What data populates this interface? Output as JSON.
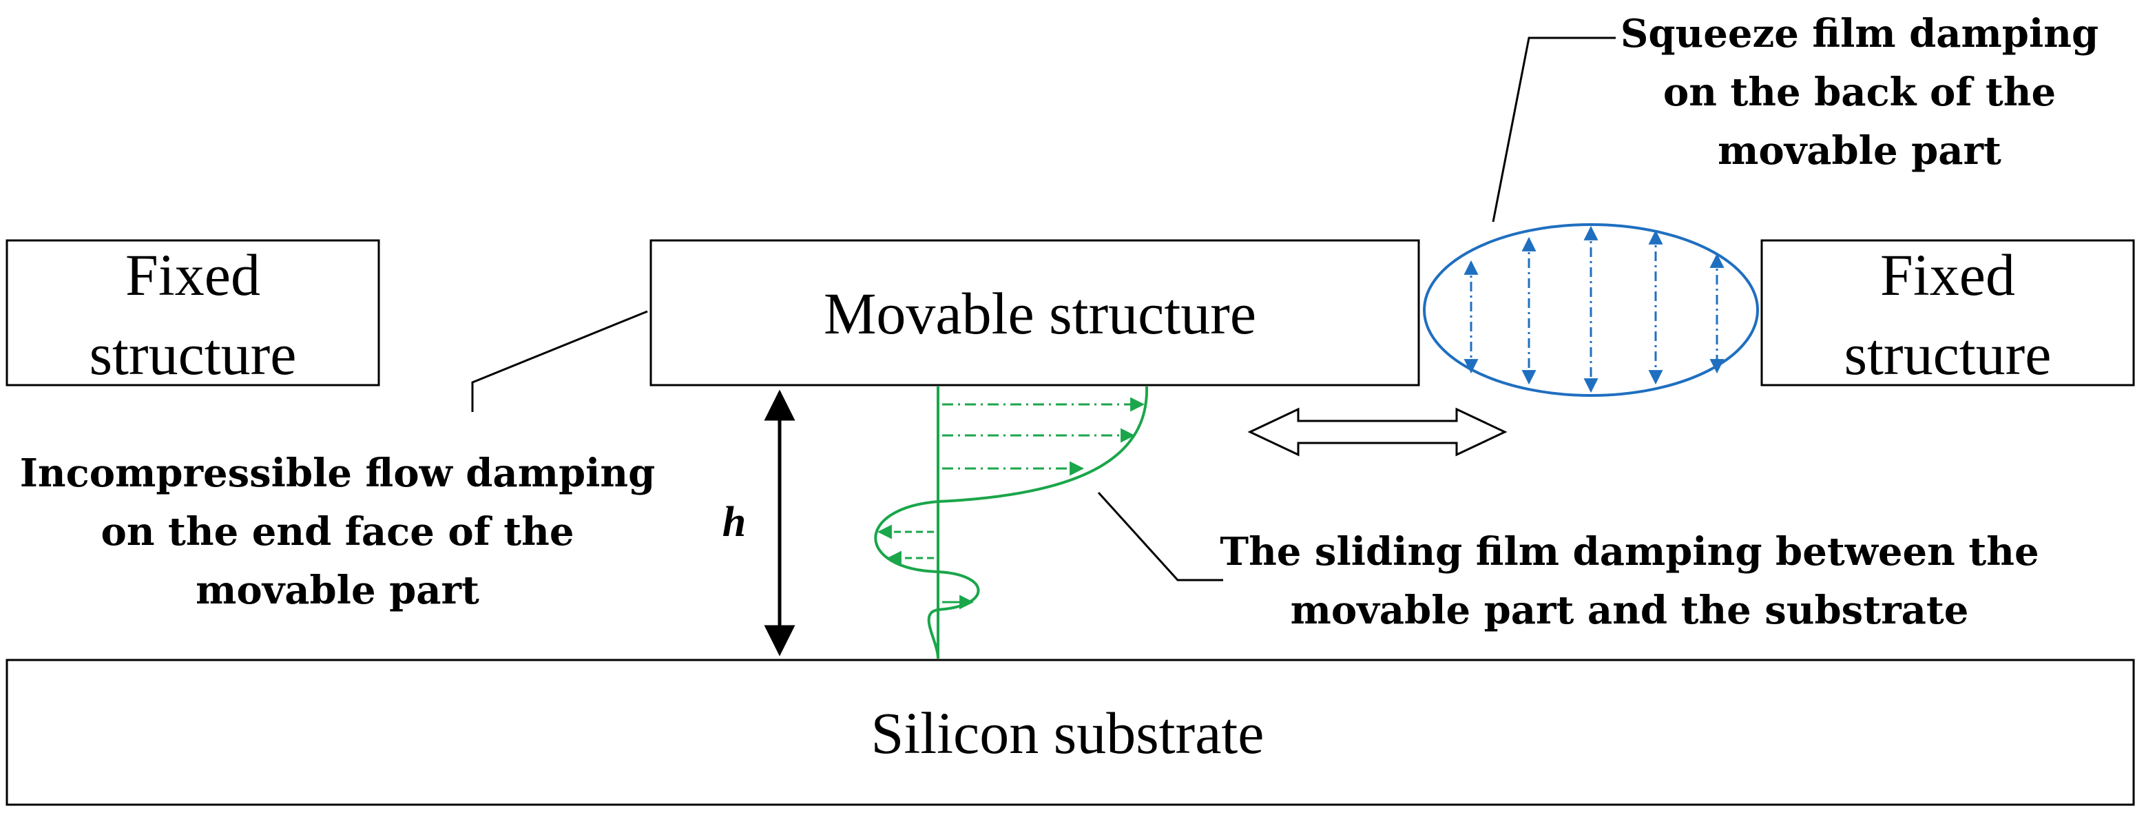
{
  "boxes": {
    "fixed_left": [
      "Fixed",
      "structure"
    ],
    "movable": "Movable structure",
    "fixed_right": [
      "Fixed",
      "structure"
    ],
    "substrate": "Silicon substrate"
  },
  "annotations": {
    "squeeze": [
      "Squeeze film damping",
      "on the back of the",
      "movable part"
    ],
    "incompressible": [
      "Incompressible flow damping",
      "on the end face of the",
      "movable part"
    ],
    "sliding": [
      "The sliding film damping between the",
      "movable part and the substrate"
    ]
  },
  "gap_label": "h",
  "colors": {
    "outline": "#000000",
    "sliding_film": "#1aa64a",
    "squeeze_film": "#1f6fc0"
  }
}
